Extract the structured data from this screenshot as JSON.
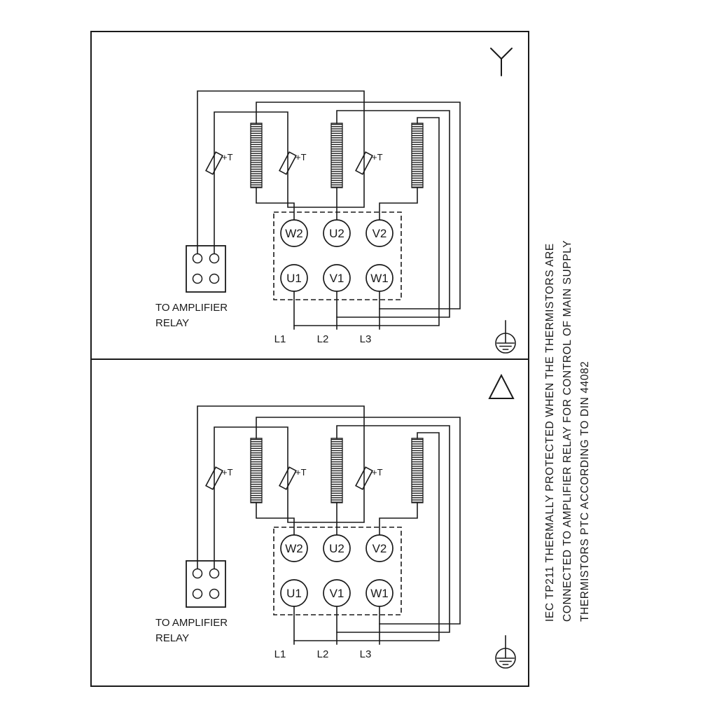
{
  "colors": {
    "ink": "#1a1a1a",
    "background": "#ffffff"
  },
  "panels": [
    {
      "connection": "star",
      "connection_symbol": "Y",
      "thermistors": [
        "+T",
        "+T",
        "+T"
      ],
      "terminals_top": [
        "W2",
        "U2",
        "V2"
      ],
      "terminals_bottom": [
        "U1",
        "V1",
        "W1"
      ],
      "relay_note": [
        "TO AMPLIFIER",
        "RELAY"
      ],
      "mains_labels": [
        "L1",
        "L2",
        "L3"
      ]
    },
    {
      "connection": "delta",
      "connection_symbol": "Δ",
      "thermistors": [
        "+T",
        "+T",
        "+T"
      ],
      "terminals_top": [
        "W2",
        "U2",
        "V2"
      ],
      "terminals_bottom": [
        "U1",
        "V1",
        "W1"
      ],
      "relay_note": [
        "TO AMPLIFIER",
        "RELAY"
      ],
      "mains_labels": [
        "L1",
        "L2",
        "L3"
      ]
    }
  ],
  "side_note": {
    "line1": "IEC TP211 THERMALLY PROTECTED WHEN THE THERMISTORS ARE",
    "line2": "CONNECTED TO AMPLIFIER RELAY FOR CONTROL OF MAIN SUPPLY",
    "line3": "THERMISTORS PTC ACCORDING TO DIN 44082"
  }
}
